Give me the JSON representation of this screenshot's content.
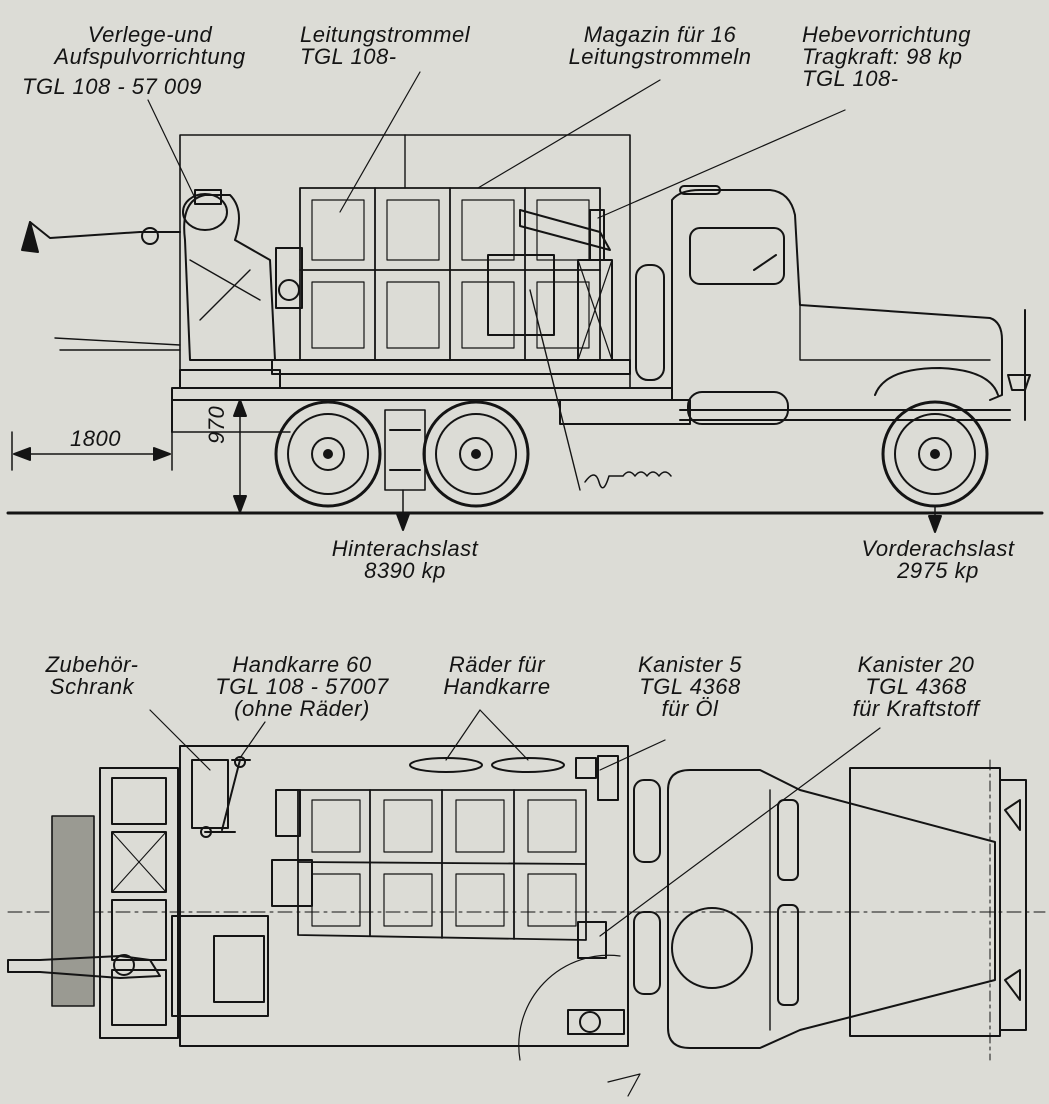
{
  "colors": {
    "paper": "#dcdcd6",
    "ink": "#141414",
    "shade": "#9a9a92"
  },
  "side_view": {
    "labels": {
      "laying_device": [
        "Verlege-und",
        "Aufspulvorrichtung",
        "TGL 108 - 57 009"
      ],
      "cable_drum": [
        "Leitungstrommel",
        "TGL 108-"
      ],
      "magazine": [
        "Magazin für 16",
        "Leitungstrommeln"
      ],
      "lifting_device": [
        "Hebevorrichtung",
        "Tragkraft: 98 kp",
        "TGL 108-"
      ],
      "rear_axle_load": [
        "Hinterachslast",
        "8390 kp"
      ],
      "front_axle_load": [
        "Vorderachslast",
        "2975 kp"
      ]
    },
    "dimensions": {
      "overhang": "1800",
      "height": "970"
    }
  },
  "top_view": {
    "labels": {
      "accessory_cabinet": [
        "Zubehör-",
        "Schrank"
      ],
      "handcart": [
        "Handkarre 60",
        "TGL 108 - 57007",
        "(ohne Räder)"
      ],
      "handcart_wheels": [
        "Räder für",
        "Handkarre"
      ],
      "canister_5": [
        "Kanister 5",
        "TGL 4368",
        "für Öl"
      ],
      "canister_20": [
        "Kanister 20",
        "TGL 4368",
        "für Kraftstoff"
      ]
    }
  }
}
